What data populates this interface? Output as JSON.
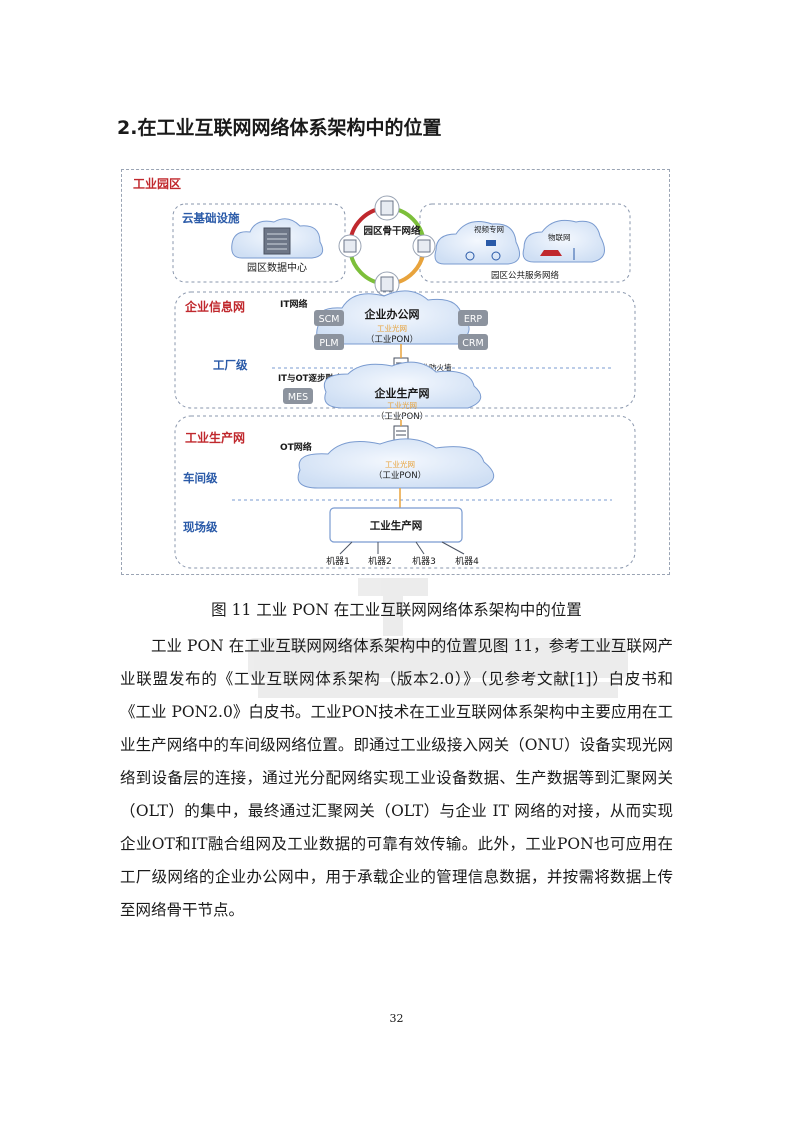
{
  "heading": "2.在工业互联网网络体系架构中的位置",
  "figure": {
    "park": "工业园区",
    "cloud_infra": "云基础设施",
    "data_center": "园区数据中心",
    "backbone": "园区骨干网络",
    "video_net": "视频专网",
    "iot_net": "物联网",
    "public_service": "园区公共服务网络",
    "enterprise_info": "企业信息网",
    "it_network": "IT网络",
    "office_net": "企业办公网",
    "industrial_pon": "工业光网",
    "industrial_pon_paren": "（工业PON）",
    "scm": "SCM",
    "plm": "PLM",
    "erp": "ERP",
    "crm": "CRM",
    "factory_level": "工厂级",
    "firewall": "工业防火墙",
    "it_ot": "IT与OT逐步融合",
    "mes": "MES",
    "production_net": "企业生产网",
    "industrial_production": "工业生产网",
    "ot_network": "OT网络",
    "workshop_level": "车间级",
    "field_level": "现场级",
    "industrial_production_box": "工业生产网",
    "machines": [
      "机器1",
      "机器2",
      "机器3",
      "机器4"
    ]
  },
  "caption": "图 11 工业 PON 在工业互联网网络体系架构中的位置",
  "paragraph": "工业 PON 在工业互联网网络体系架构中的位置见图 11，参考工业互联网产业联盟发布的《工业互联网体系架构（版本2.0）》（见参考文献[1]）白皮书和《工业 PON2.0》白皮书。工业PON技术在工业互联网体系架构中主要应用在工业生产网络中的车间级网络位置。即通过工业级接入网关（ONU）设备实现光网络到设备层的连接，通过光分配网络实现工业设备数据、生产数据等到汇聚网关（OLT）的集中，最终通过汇聚网关（OLT）与企业 IT 网络的对接，从而实现企业OT和IT融合组网及工业数据的可靠有效传输。此外，工业PON也可应用在工厂级网络的企业办公网中，用于承载企业的管理信息数据，并按需将数据上传至网络骨干节点。",
  "page_number": "32",
  "colors": {
    "red": "#c0282d",
    "blue": "#2a5aa8",
    "orange": "#e8a33c",
    "green": "#7cbf3a",
    "cloud": "#dfe9f8"
  }
}
